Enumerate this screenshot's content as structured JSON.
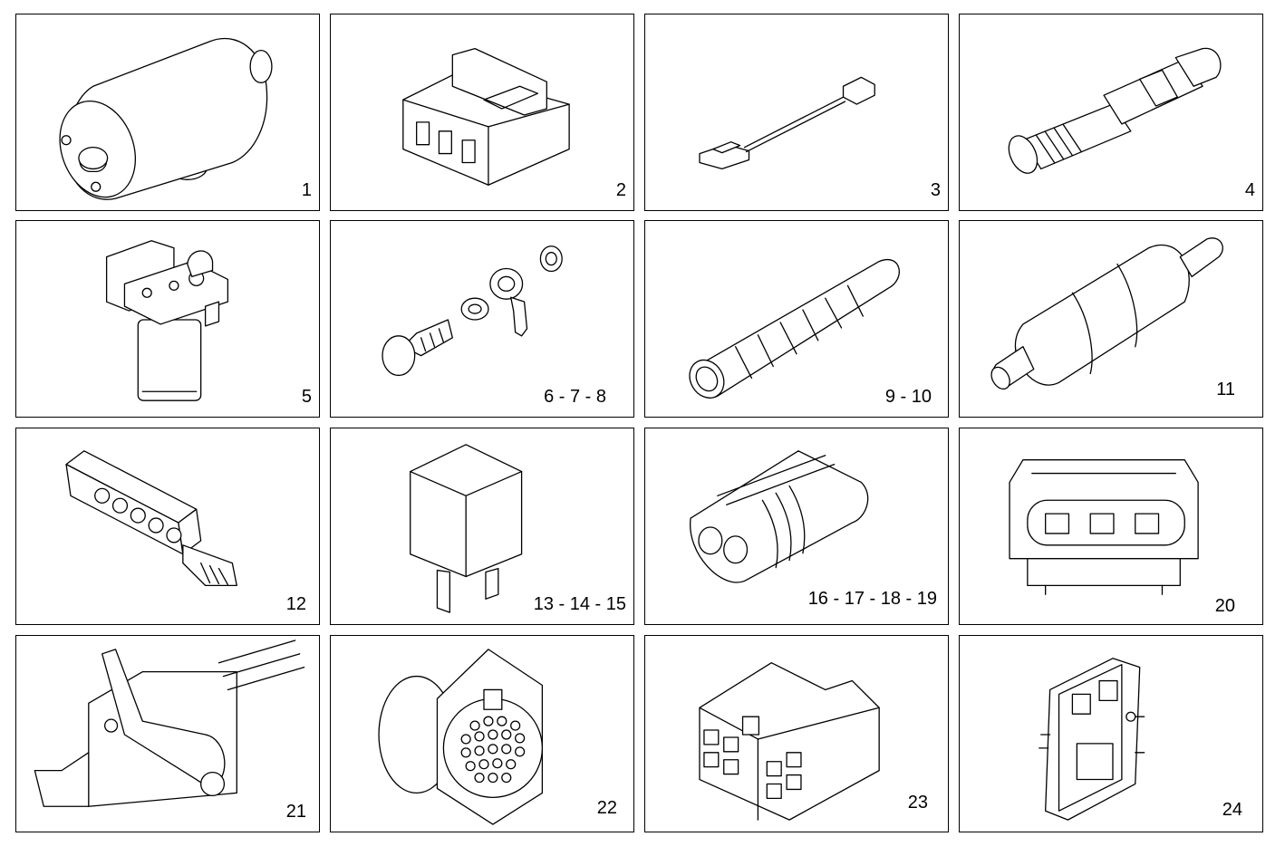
{
  "parts": [
    {
      "id": "cell-1",
      "label": "1",
      "icon": "fuel-filter-canister-icon"
    },
    {
      "id": "cell-2",
      "label": "2",
      "icon": "connector-housing-icon"
    },
    {
      "id": "cell-3",
      "label": "3",
      "icon": "wire-sensor-icon"
    },
    {
      "id": "cell-4",
      "label": "4",
      "icon": "threaded-sensor-icon"
    },
    {
      "id": "cell-5",
      "label": "5",
      "icon": "fuel-filter-bracket-icon"
    },
    {
      "id": "cell-6",
      "label": "6 - 7 - 8",
      "icon": "banjo-bolt-washers-icon"
    },
    {
      "id": "cell-7",
      "label": "9 - 10",
      "icon": "corrugated-hose-icon"
    },
    {
      "id": "cell-8",
      "label": "11",
      "icon": "inline-fuel-filter-icon"
    },
    {
      "id": "cell-9",
      "label": "12",
      "icon": "multi-pin-connector-icon"
    },
    {
      "id": "cell-10",
      "label": "13 - 14 - 15",
      "icon": "relay-icon"
    },
    {
      "id": "cell-11",
      "label": "16 - 17 - 18 - 19",
      "icon": "sealed-connector-icon"
    },
    {
      "id": "cell-12",
      "label": "20",
      "icon": "three-pin-connector-icon"
    },
    {
      "id": "cell-13",
      "label": "21",
      "icon": "connector-lever-icon"
    },
    {
      "id": "cell-14",
      "label": "22",
      "icon": "round-socket-icon"
    },
    {
      "id": "cell-15",
      "label": "23",
      "icon": "box-connector-icon"
    },
    {
      "id": "cell-16",
      "label": "24",
      "icon": "control-unit-icon"
    }
  ]
}
